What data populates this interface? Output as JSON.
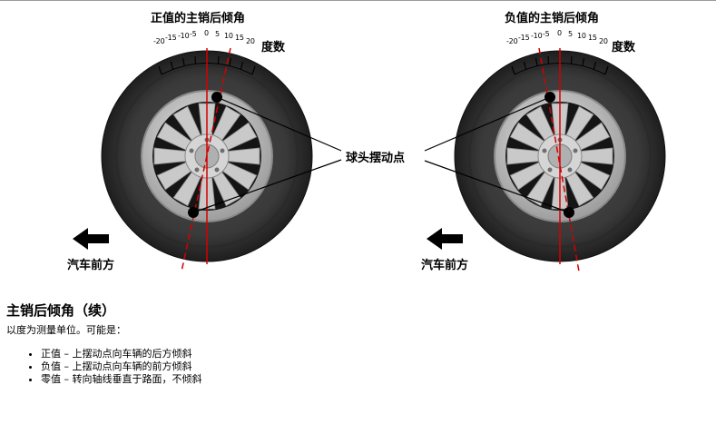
{
  "diagram": {
    "left_title": "正值的主销后倾角",
    "right_title": "负值的主销后倾角",
    "scale_unit_label": "度数",
    "ball_joint_label": "球头摆动点",
    "forward_label": "汽车前方",
    "scale_ticks": [
      "-20",
      "-15",
      "-10",
      "-5",
      "0",
      "5",
      "10",
      "15",
      "20"
    ],
    "arrow_icon": "arrow-left-icon",
    "colors": {
      "axis_line": "#d40000",
      "tire": "#2b2b2b",
      "rim": "#bdbdbd"
    }
  },
  "article": {
    "heading": "主销后倾角（续）",
    "intro": "以度为测量单位。可能是：",
    "items": [
      "正值 – 上摆动点向车辆的后方倾斜",
      "负值 – 上摆动点向车辆的前方倾斜",
      "零值 – 转向轴线垂直于路面，不倾斜"
    ]
  }
}
